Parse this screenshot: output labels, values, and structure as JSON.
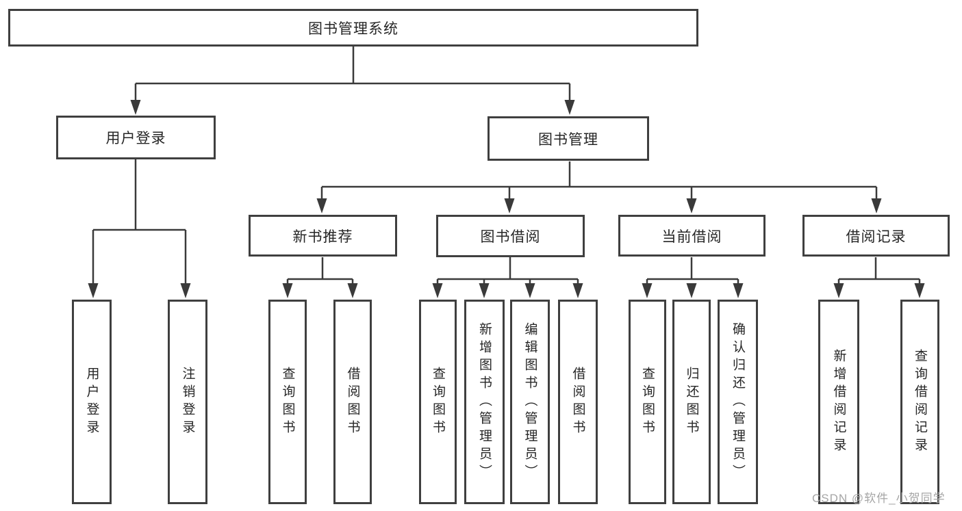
{
  "diagram": {
    "root": {
      "label": "图书管理系统"
    },
    "branches": [
      {
        "label": "用户登录",
        "children": [
          "用户登录",
          "注销登录"
        ]
      },
      {
        "label": "图书管理"
      }
    ],
    "modules": [
      {
        "label": "新书推荐",
        "children": [
          "查询图书",
          "借阅图书"
        ]
      },
      {
        "label": "图书借阅",
        "children": [
          "查询图书",
          "新增图书（管理员）",
          "编辑图书（管理员）",
          "借阅图书"
        ]
      },
      {
        "label": "当前借阅",
        "children": [
          "查询图书",
          "归还图书",
          "确认归还（管理员）"
        ]
      },
      {
        "label": "借阅记录",
        "children": [
          "新增借阅记录",
          "查询借阅记录"
        ]
      }
    ],
    "watermark": "CSDN @软件_小贺同学",
    "colors": {
      "background": "#ffffff",
      "box_border": "#3f3f3f",
      "connector_line": "#3a3a3a",
      "text": "#262626",
      "watermark": "#a6a6a6"
    }
  }
}
